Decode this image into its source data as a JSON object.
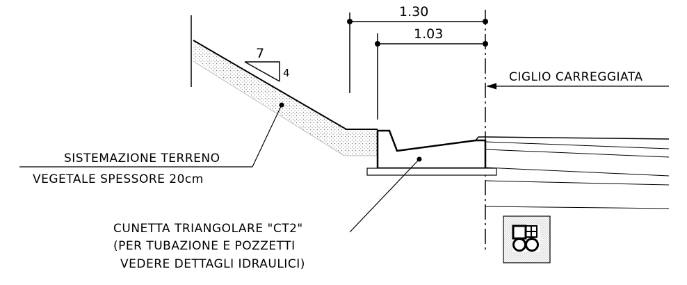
{
  "dimensions": {
    "outer": "1.30",
    "inner": "1.03"
  },
  "slope": {
    "run": "7",
    "rise": "4"
  },
  "labels": {
    "road_edge": "CIGLIO CARREGGIATA",
    "soil_line1": "SISTEMAZIONE TERRENO",
    "soil_line2": "VEGETALE SPESSORE 20cm",
    "ditch_line1": "CUNETTA TRIANGOLARE \"CT2\"",
    "ditch_line2": "(PER TUBAZIONE E POZZETTI",
    "ditch_line3": "VEDERE DETTAGLI IDRAULICI)"
  },
  "colors": {
    "ink": "#000000",
    "hatch": "#777777",
    "background": "#ffffff"
  },
  "icons": {
    "duct_symbol": "duct-bank-icon"
  }
}
